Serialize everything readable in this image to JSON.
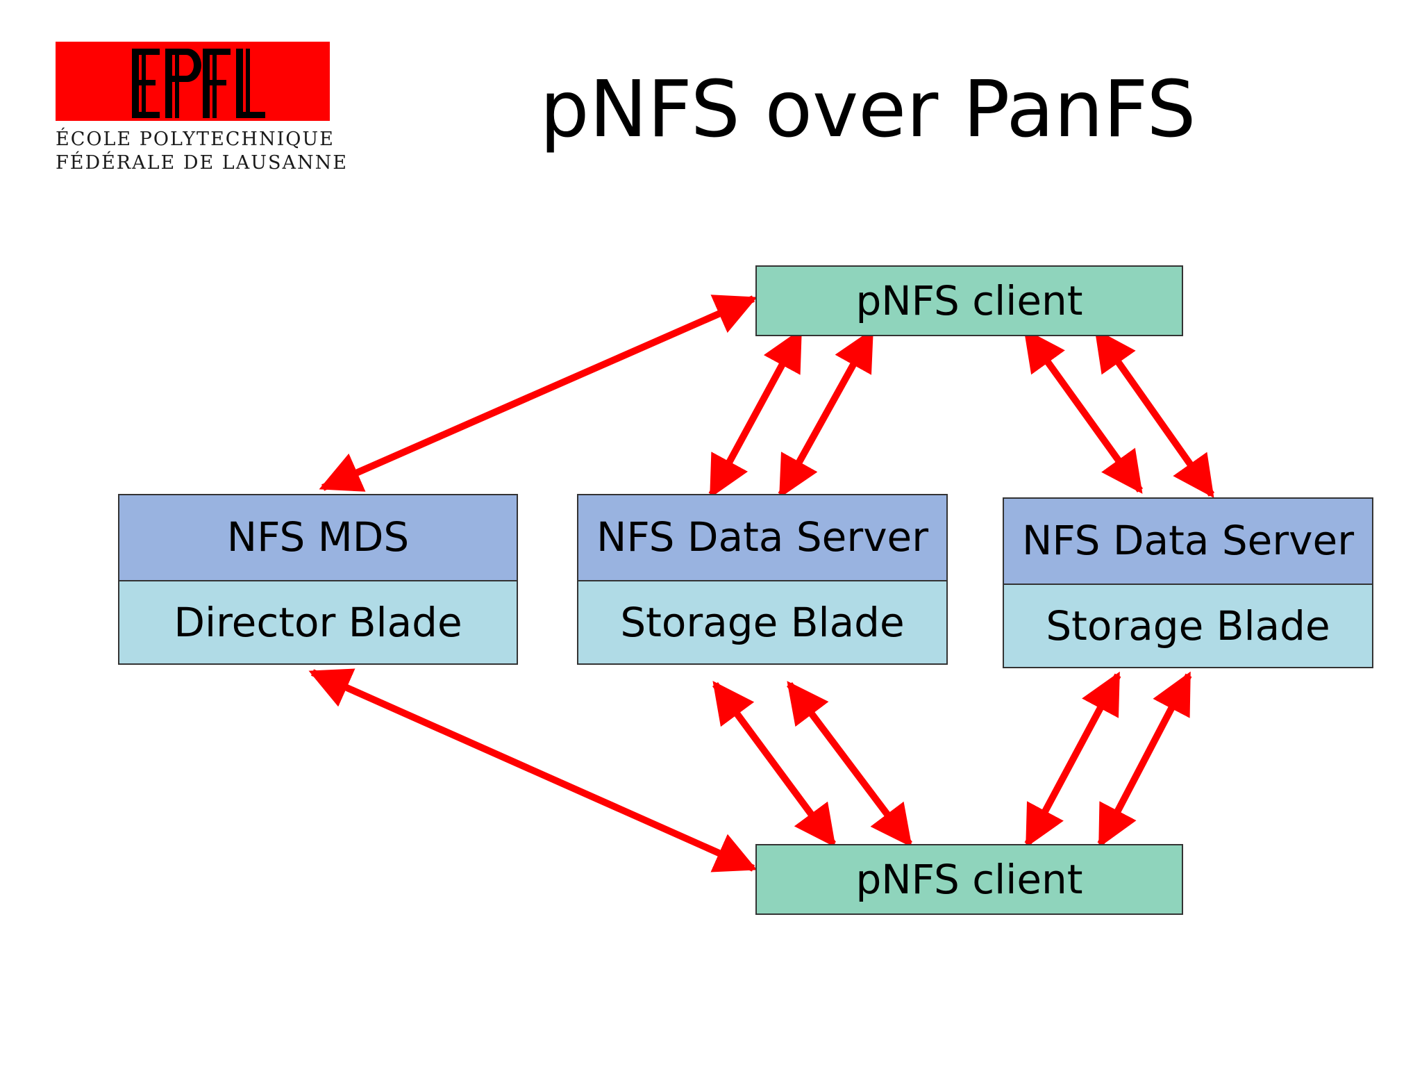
{
  "logo": {
    "mark": "EPFL",
    "line1": "ÉCOLE POLYTECHNIQUE",
    "line2": "FÉDÉRALE DE LAUSANNE"
  },
  "title": "pNFS over PanFS",
  "nodes": {
    "top_client": "pNFS client",
    "bottom_client": "pNFS client",
    "mds": {
      "top": "NFS MDS",
      "bottom": "Director Blade"
    },
    "data_server_1": {
      "top": "NFS Data Server",
      "bottom": "Storage Blade"
    },
    "data_server_2": {
      "top": "NFS Data Server",
      "bottom": "Storage Blade"
    }
  },
  "colors": {
    "arrow": "#ff0000",
    "client_fill": "#8fd4bc",
    "server_top_fill": "#99b3e0",
    "server_bottom_fill": "#b0dbe6",
    "logo_red": "#ff0000"
  }
}
